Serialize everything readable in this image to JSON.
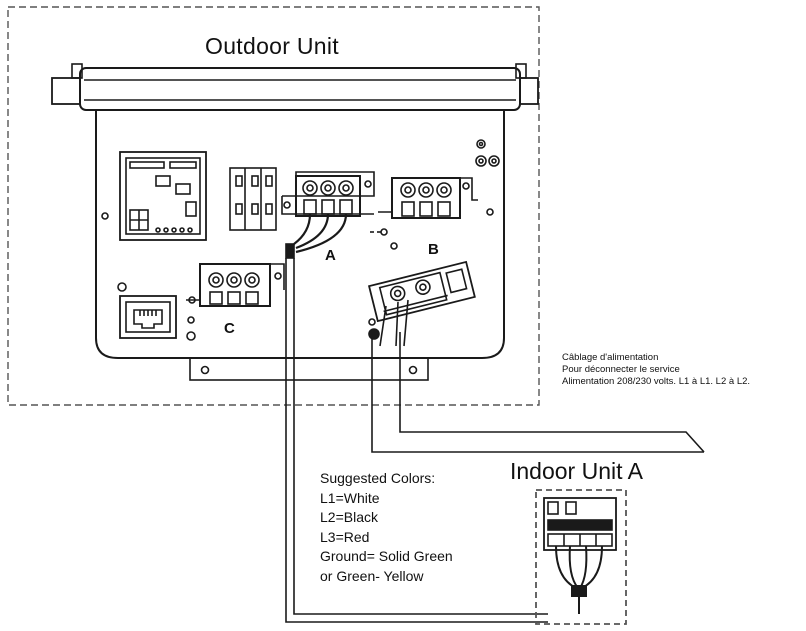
{
  "outdoor_unit": {
    "title": "Outdoor Unit",
    "terminal_labels": {
      "a": "A",
      "b": "B",
      "c": "C"
    }
  },
  "power_note": {
    "lines": [
      "Câblage d'alimentation",
      "Pour déconnecter le service",
      "Alimentation 208/230 volts. L1 à L1. L2 à L2."
    ]
  },
  "indoor_unit": {
    "title": "Indoor Unit A"
  },
  "suggested_colors": {
    "heading": "Suggested Colors:",
    "lines": [
      "L1=White",
      "L2=Black",
      "L3=Red",
      "Ground= Solid Green",
      "or Green- Yellow"
    ]
  },
  "colors": {
    "line": "#1a1a1a",
    "dash": "#555555",
    "background": "#ffffff"
  }
}
